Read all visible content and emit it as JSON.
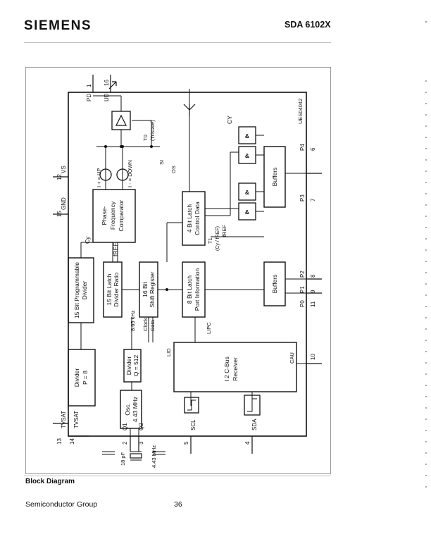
{
  "header": {
    "brand": "SIEMENS",
    "part_number": "SDA 6102X"
  },
  "figure": {
    "caption": "Block Diagram",
    "figure_id": "UES04042",
    "blocks": {
      "prog_divider": [
        "15 Bit Programmable",
        "Divider"
      ],
      "phase_comp": [
        "Phase-",
        "Frequency",
        "Comparator"
      ],
      "latch_ratio": [
        "15 Bit Latch",
        "Divider Ratio"
      ],
      "shift_reg": [
        "16 Bit",
        "Shift Register"
      ],
      "latch_port": [
        "8 Bit Latch",
        "Port Information"
      ],
      "latch_control": [
        "4 Bit Latch",
        "Control Data"
      ],
      "divider_p": [
        "Divider",
        "P = 8"
      ],
      "divider_q": [
        "Divider",
        "Q = 512"
      ],
      "osc": [
        "Osc.",
        "4.43 MHz"
      ],
      "i2c": [
        "I 2 C-Bus",
        "Receiver"
      ],
      "buffers_top": "Buffers",
      "buffers_bottom": "Buffers",
      "and_gate": "&"
    },
    "labels": {
      "cy": "Cy",
      "cy_top": "CY",
      "f_ref": "fREF",
      "clock": "Clock",
      "data": "Data",
      "freq_865": "8.65 kHz",
      "lid": "LID",
      "lipc": "LIPC",
      "cau": "CAU",
      "os": "OS",
      "si": "SI",
      "t0": "T0",
      "tristate": "(Tristate)",
      "t1": "T1",
      "t1_sub": "(Cy / fREF)",
      "f_ref2": "fREF",
      "up": "I + = UP",
      "down": "I - = DOWN",
      "cap": "18 pF",
      "crystal": "4.43 MHz"
    },
    "pins": [
      {
        "num": "1",
        "name": "PD"
      },
      {
        "num": "16",
        "name": "UD"
      },
      {
        "num": "12",
        "name": "VS"
      },
      {
        "num": "15",
        "name": "GND"
      },
      {
        "num": "13",
        "name": "TVSAT"
      },
      {
        "num": "14",
        "name": "TVSAT"
      },
      {
        "num": "2",
        "name": "Q1"
      },
      {
        "num": "3",
        "name": "Q2"
      },
      {
        "num": "5",
        "name": "SCL"
      },
      {
        "num": "4",
        "name": "SDA"
      },
      {
        "num": "10",
        "name": "CAU"
      },
      {
        "num": "11",
        "name": "P0"
      },
      {
        "num": "9",
        "name": "P1"
      },
      {
        "num": "8",
        "name": "P2"
      },
      {
        "num": "7",
        "name": "P3"
      },
      {
        "num": "6",
        "name": "P4"
      }
    ]
  },
  "footer": {
    "publisher": "Semiconductor Group",
    "page": "36"
  }
}
